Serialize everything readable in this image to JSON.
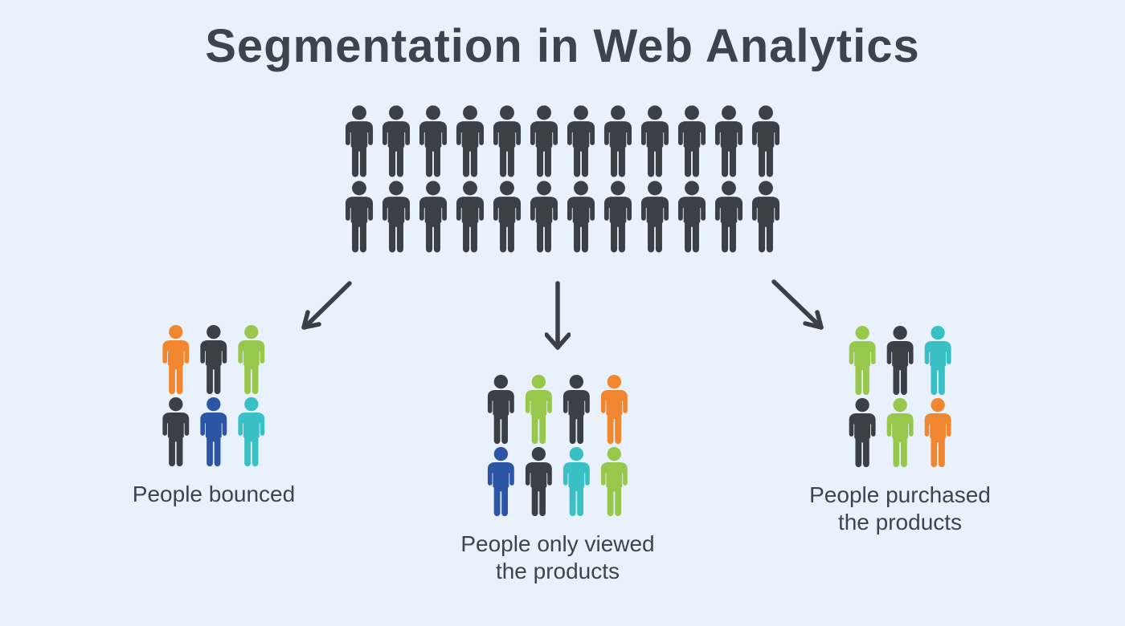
{
  "title": "Segmentation in Web Analytics",
  "colors": {
    "background": "#e9f1fc",
    "title_text": "#3d444c",
    "label_text": "#3e444b",
    "arrow": "#3a4046",
    "dark": "#3a4046",
    "orange": "#f0862f",
    "green": "#98c84b",
    "blue": "#2d55a5",
    "teal": "#38c0c5"
  },
  "crowd": {
    "rows": [
      [
        "dark",
        "dark",
        "dark",
        "dark",
        "dark",
        "dark",
        "dark",
        "dark",
        "dark",
        "dark",
        "dark",
        "dark"
      ],
      [
        "dark",
        "dark",
        "dark",
        "dark",
        "dark",
        "dark",
        "dark",
        "dark",
        "dark",
        "dark",
        "dark",
        "dark"
      ]
    ]
  },
  "segments": [
    {
      "label_lines": [
        "People bounced",
        ""
      ],
      "rows": [
        [
          "orange",
          "dark",
          "green"
        ],
        [
          "dark",
          "blue",
          "teal"
        ]
      ]
    },
    {
      "label_lines": [
        "People only viewed",
        "the products"
      ],
      "rows": [
        [
          "dark",
          "green",
          "dark",
          "orange"
        ],
        [
          "blue",
          "dark",
          "teal",
          "green"
        ]
      ]
    },
    {
      "label_lines": [
        "People purchased",
        "the products"
      ],
      "rows": [
        [
          "green",
          "dark",
          "teal"
        ],
        [
          "dark",
          "green",
          "orange"
        ]
      ]
    }
  ]
}
